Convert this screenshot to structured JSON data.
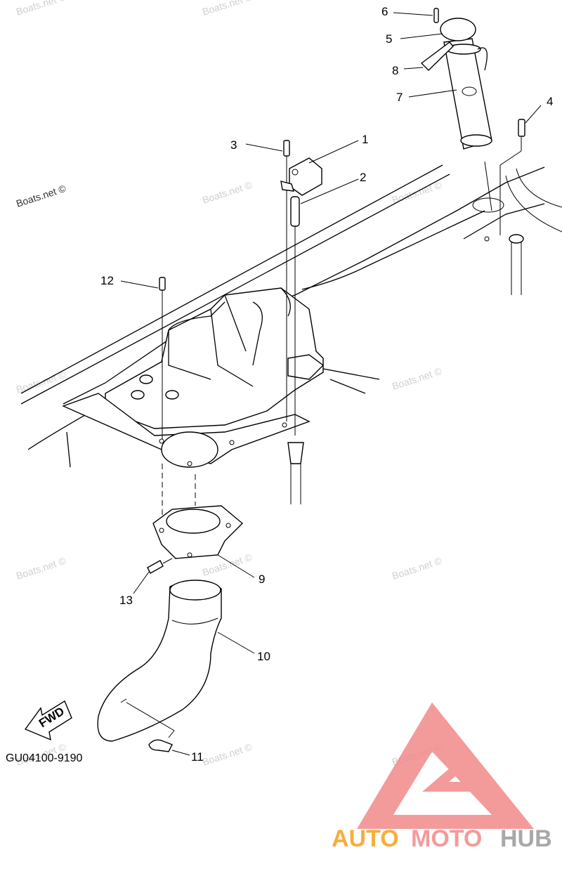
{
  "diagram": {
    "callouts": [
      "1",
      "2",
      "3",
      "4",
      "5",
      "6",
      "7",
      "8",
      "9",
      "10",
      "11",
      "12",
      "13"
    ],
    "drawing_code": "GU04100-9190",
    "fwd_label": "FWD",
    "watermark": "Boats.net ©"
  },
  "logo": {
    "brand_a": "AUTO",
    "brand_b": "MOTO",
    "brand_c": "HUB",
    "colors": {
      "orange": "#f5a01a",
      "red": "#f28a8a",
      "gray": "#9a9a9a"
    }
  }
}
